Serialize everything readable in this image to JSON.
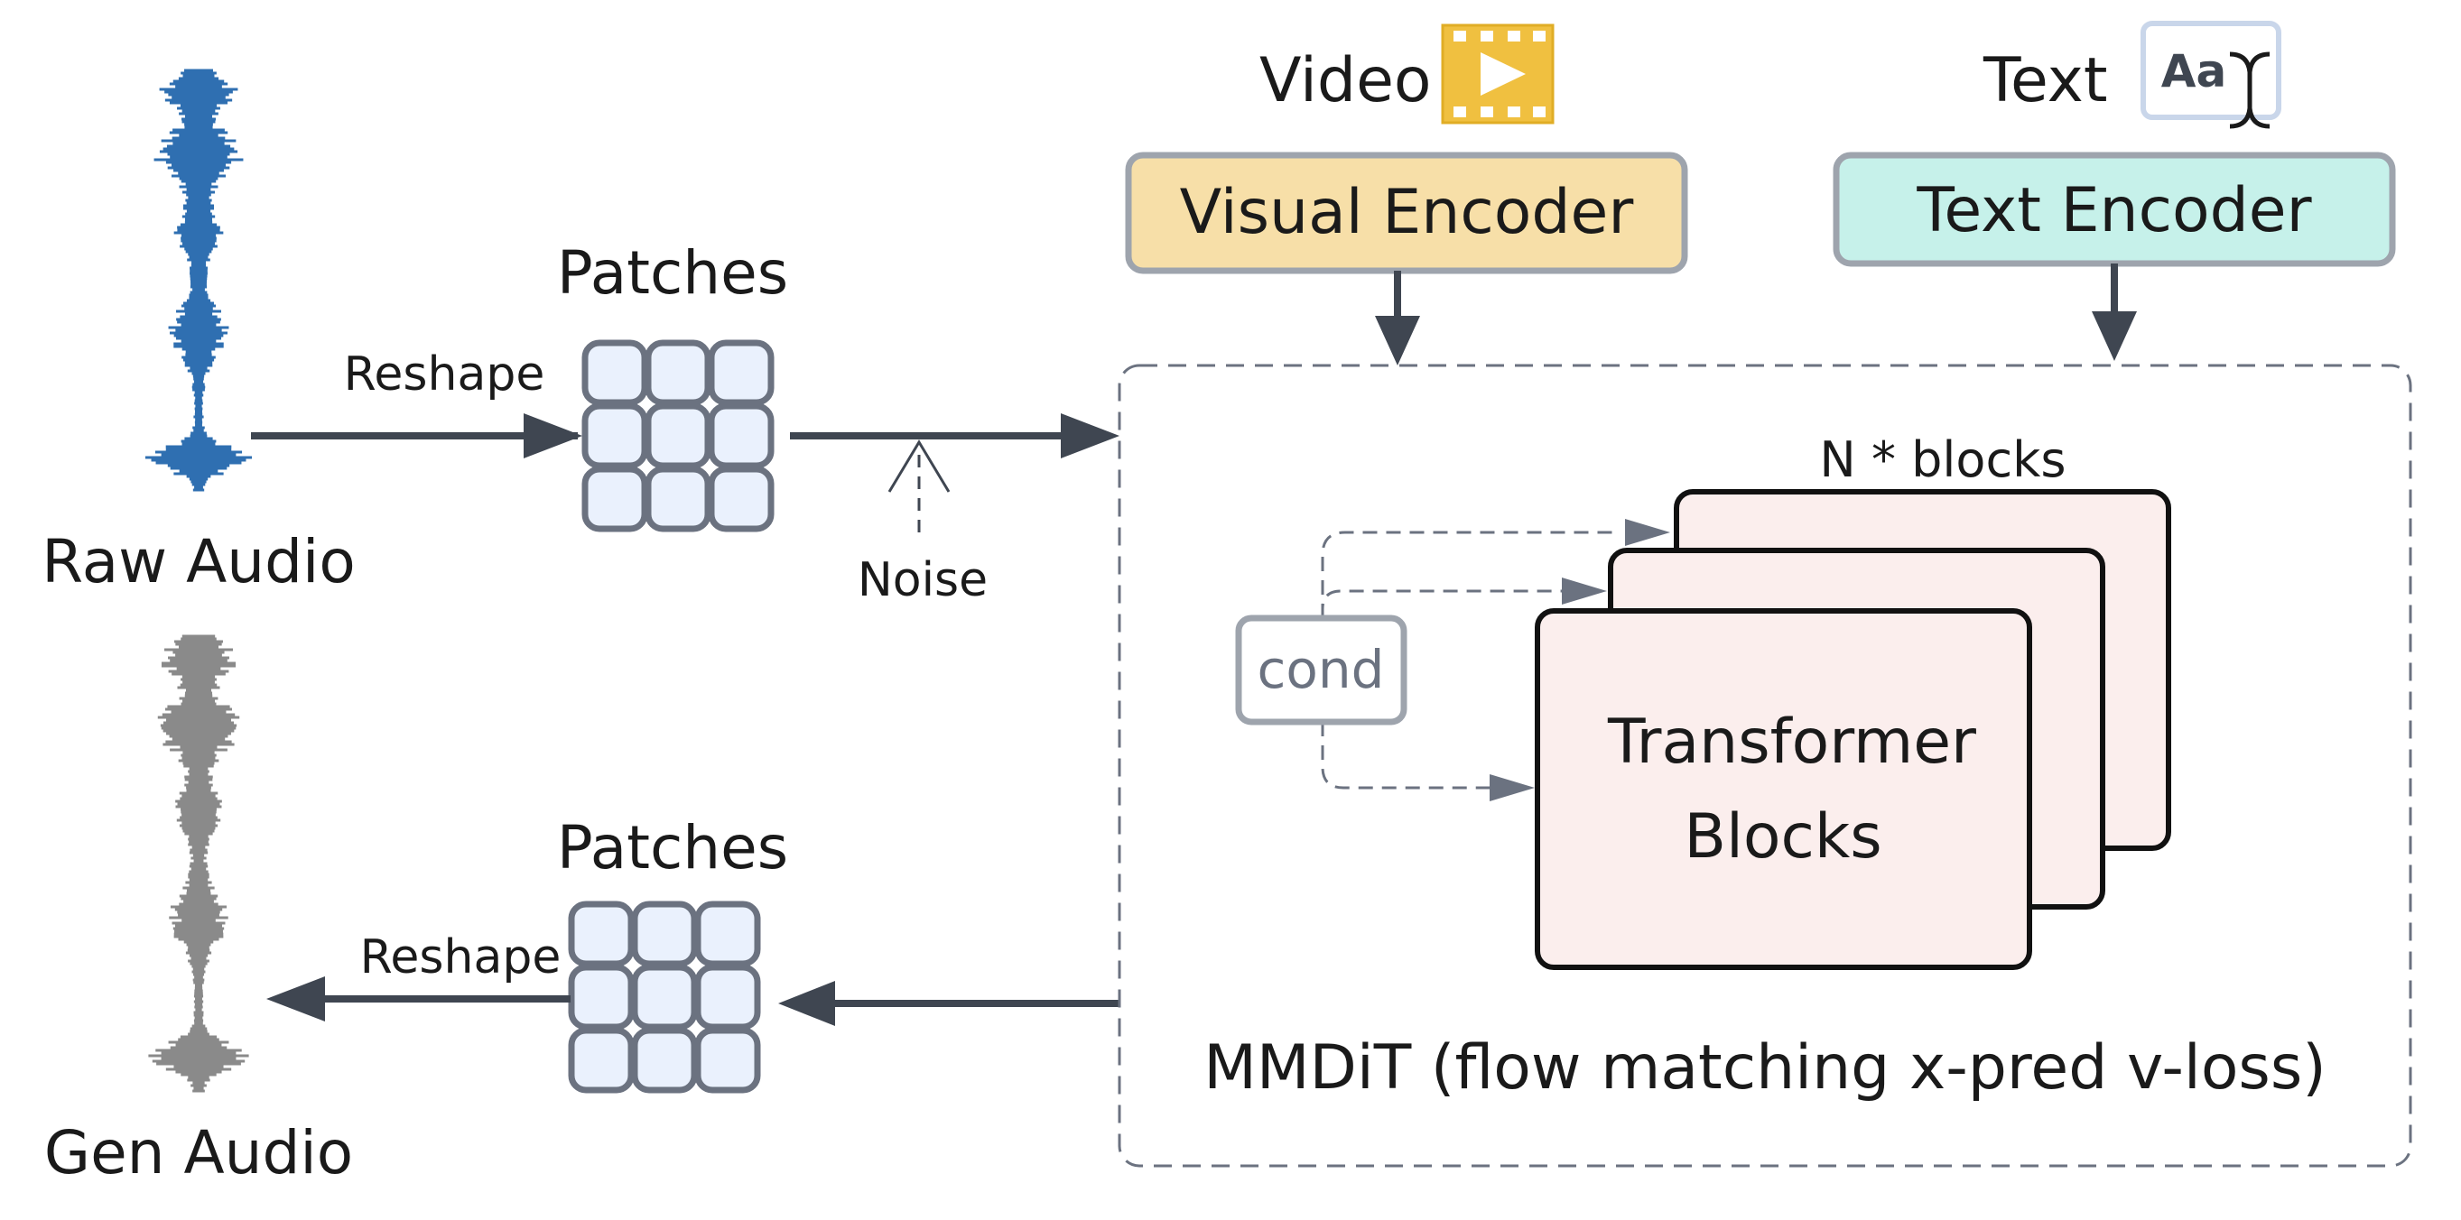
{
  "inputs": {
    "raw_audio_label": "Raw Audio",
    "gen_audio_label": "Gen Audio",
    "video_label": "Video",
    "text_label": "Text",
    "text_icon_glyph": "Aa"
  },
  "encoders": {
    "visual": "Visual Encoder",
    "text": "Text Encoder"
  },
  "patches": {
    "top_label": "Patches",
    "bottom_label": "Patches"
  },
  "edges": {
    "reshape_top": "Reshape",
    "reshape_bottom": "Reshape",
    "noise": "Noise"
  },
  "mmdit": {
    "title": "MMDiT (flow matching x-pred v-loss)",
    "blocks_count": "N * blocks",
    "cond": "cond",
    "block_line1": "Transformer",
    "block_line2": "Blocks"
  },
  "colors": {
    "raw_wave": "#2f6fb1",
    "gen_wave": "#8a8a8a",
    "visual_fill": "#f7dfa8",
    "text_fill": "#c6f1ea",
    "encoder_border": "#9ea4ad",
    "patch_fill": "#eaf1fd",
    "patch_border": "#6b7280",
    "block_fill": "#fbeeed",
    "arrow": "#3f4651",
    "video_icon": "#f0c040"
  }
}
